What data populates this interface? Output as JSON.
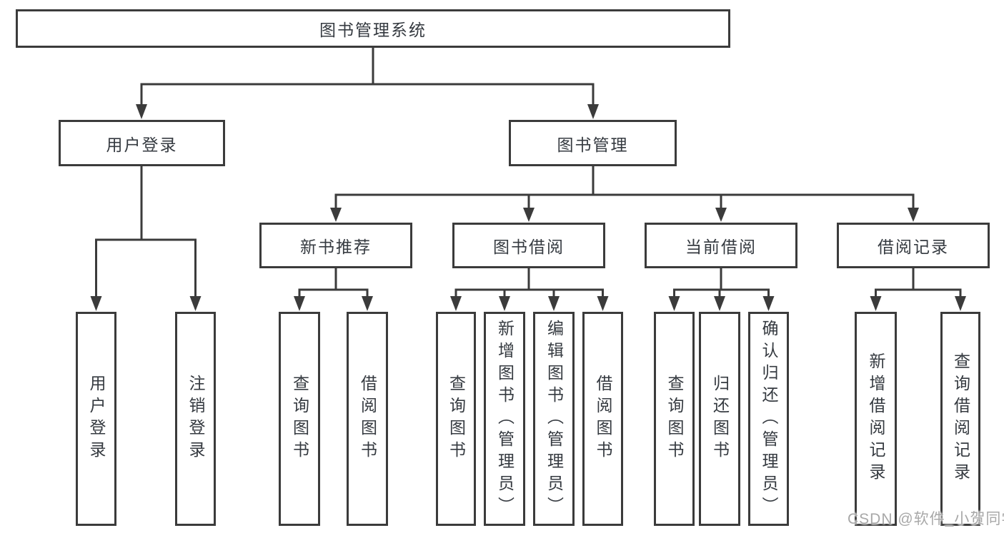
{
  "diagram_type": "function-structure-tree",
  "tree": {
    "label": "图书管理系统",
    "children": [
      {
        "label": "用户登录",
        "children": [
          {
            "label": "用户登录"
          },
          {
            "label": "注销登录"
          }
        ]
      },
      {
        "label": "图书管理",
        "children": [
          {
            "label": "新书推荐",
            "children": [
              {
                "label": "查询图书"
              },
              {
                "label": "借阅图书"
              }
            ]
          },
          {
            "label": "图书借阅",
            "children": [
              {
                "label": "查询图书"
              },
              {
                "label": "新增图书（管理员）"
              },
              {
                "label": "编辑图书（管理员）"
              },
              {
                "label": "借阅图书"
              }
            ]
          },
          {
            "label": "当前借阅",
            "children": [
              {
                "label": "查询图书"
              },
              {
                "label": "归还图书"
              },
              {
                "label": "确认归还（管理员）"
              }
            ]
          },
          {
            "label": "借阅记录",
            "children": [
              {
                "label": "新增借阅记录"
              },
              {
                "label": "查询借阅记录"
              }
            ]
          }
        ]
      }
    ]
  },
  "watermark": {
    "text": "CSDN @软件_小贺同学"
  },
  "colors": {
    "line": "#3b3b3b",
    "box_border": "#3b3b3b",
    "box_fill": "#ffffff",
    "text": "#353a40",
    "watermark": "#a8a8a8",
    "background": "#ffffff"
  }
}
